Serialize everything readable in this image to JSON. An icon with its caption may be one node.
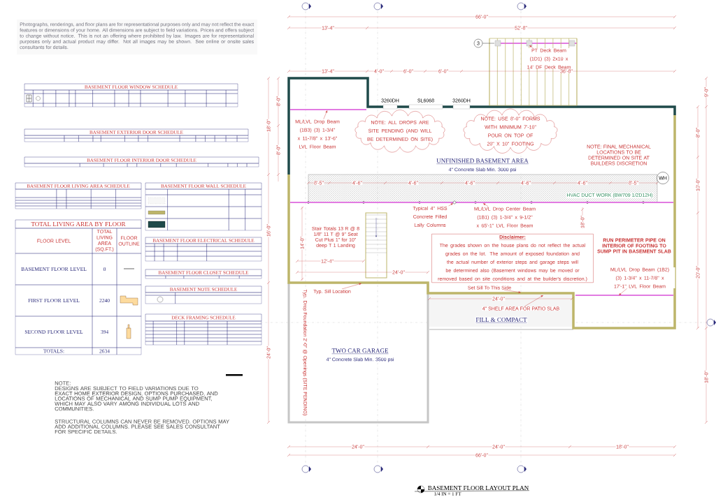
{
  "diagram": {
    "title": "BASEMENT FLOOR LAYOUT PLAN",
    "caption": "1/4 IN = 1 FT",
    "nodes": [
      {
        "text": [
          "UNFINISHED BASEMENT AREA",
          "4\" Concrete Slab Min. 3000 psi"
        ]
      },
      {
        "text": [
          "TWO CAR GARAGE",
          "4\" Concrete Slab Min. 3500 psi"
        ]
      },
      {
        "text": [
          "FILL & COMPACT"
        ]
      },
      {
        "text": [
          "NOTE: ALL DROPS ARE SITE PENDING (AND WILL BE DETERMINED ON SITE)"
        ]
      },
      {
        "text": [
          "NOTE: USE 8'-0\" FORMS WITH MINIMUM 7'-10\" POUR ON TOP OF 20\" X 10\" FOOTING"
        ]
      },
      {
        "text": [
          "Disclaimer:",
          "The grades shown on the house plans do not reflect the actual grades on the lot. The amount of exposed foundation and the actual number of exterior steps and garage steps will be determined also (Basement windows may be moved or removed based on site conditions and at the builder's discretion.)"
        ]
      },
      {
        "text": [
          "3"
        ]
      },
      {
        "text": [
          "WH"
        ]
      },
      {
        "text": [
          "ML/LVL Drop Beam (1B3) (3) 1-3/4\" x 11-7/8\" x 13'-6\" LVL Floor Beam"
        ]
      },
      {
        "text": [
          "PT Deck Beam (1D1) (3) 2x10 x 14' DF Deck Beam"
        ]
      },
      {
        "text": [
          "Typical 4\" HSS Concrete Filled Lally Columns"
        ]
      },
      {
        "text": [
          "ML/LVL Drop Center Beam (1B1) (3) 1-3/4\" x 9-1/2\" x 65'-1\" LVL Floor Beam"
        ]
      },
      {
        "text": [
          "Typ. Sill Location"
        ]
      },
      {
        "text": [
          "Set Sill To This Side"
        ]
      },
      {
        "text": [
          "ML/LVL Drop Beam (1B2) (3) 1-3/4\" x 11-7/8\" x 17'-1\" LVL Floor Beam"
        ]
      },
      {
        "text": [
          "4\" SHELF AREA FOR PATIO SLAB"
        ]
      },
      {
        "text": [],
        "shape": "bar"
      },
      {
        "text": [],
        "shape": "circle",
        "in": 16
      }
    ],
    "edges": [
      {
        "from": 6,
        "to": null,
        "arrow": "none",
        "color": "#000000"
      },
      {
        "from": 8,
        "to": null,
        "arrow": "to"
      },
      {
        "from": 9,
        "to": null,
        "arrow": "to"
      },
      {
        "from": 10,
        "to": 17,
        "arrow": "to"
      },
      {
        "from": 11,
        "to": 16,
        "arrow": "to"
      },
      {
        "from": 12,
        "to": null,
        "arrow": "to"
      },
      {
        "from": 13,
        "to": null,
        "arrow": "to"
      },
      {
        "from": 14,
        "to": null,
        "arrow": "to"
      },
      {
        "from": 15,
        "to": null,
        "arrow": "to"
      }
    ],
    "labels": [
      "Photographs, renderings, and floor plans are for representational purposes only and may not reflect the exact features or dimensions of your home. All dimensions are subject to field variations. Prices and offers subject to change without notice. This is not an offering where prohibited by law. Images are for representational purposes only and actual product may differ. Not all images may be shown. See online or onsite sales consultants for details.",
      "BASEMENT FLOOR WINDOW SCHEDULE",
      "BASEMENT EXTERIOR DOOR SCHEDULE",
      "BASEMENT FLOOR INTERIOR DOOR SCHEDULE",
      "BASEMENT FLOOR LIVING AREA SCHEDULE",
      "TOTAL LIVING AREA BY FLOOR",
      "FLOOR LEVEL",
      "TOTAL LIVING AREA (SQ.FT.)",
      "FLOOR OUTLINE",
      "BASEMENT FLOOR LEVEL",
      "0",
      "FIRST FLOOR LEVEL",
      "2240",
      "SECOND FLOOR LEVEL",
      "394",
      "TOTALS:",
      "2634",
      "BASEMENT FLOOR WALL SCHEDULE",
      "BASEMENT FLOOR ELECTRICAL SCHEDULE",
      "BASEMENT FLOOR CLOSET SCHEDULE",
      "BASEMENT NOTE SCHEDULE",
      "DECK FRAMING SCHEDULE",
      "NOTE:",
      "DESIGNS ARE SUBJECT TO FIELD VARIATIONS DUE TO EXACT HOME EXTERIOR DESIGN, OPTIONS PURCHASED, AND LOCATIONS OF MECHANICAL AND SUMP PUMP EQUIPMENT, WHICH MAY ALSO VARY AMONG INDIVIDUAL LOTS AND COMMUNITIES.",
      "STRUCTURAL COLUMNS CAN NEVER BE REMOVED. OPTIONS MAY ADD ADDITIONAL COLUMNS. PLEASE SEE SALES CONSULTANT FOR SPECIFIC DETAILS.",
      "66'-0\"",
      "13'-4\"",
      "52'-8\"",
      "13'-4\"",
      "4'-0\"",
      "6'-0\"",
      "6'-0\"",
      "36'-8\"",
      "3260DH",
      "SL6068",
      "3260DH",
      "NOTE: FINAL MECHANICAL LOCATIONS TO BE DETERMINED ON SITE AT BUILDERS DISCRETION",
      "8'-5\"",
      "4'-6\"",
      "4'-6\"",
      "4'-6\"",
      "4'-6\"",
      "4'-6\"",
      "8'-5\"",
      "HVAC DUCT WORK (BW709 1/2D12H)",
      "Stair Totals 13 R @ 8 1/8\" 11 T @ 9\" Seat Cut Plus 1\" for 10\" deep T 1 Landing",
      "12'-4\"",
      "24'-0\"",
      "RUN PERIMETER PIPE ON INTERIOR OF FOOTING TO SUMP PIT IN BASEMENT SLAB",
      "Typ. Drop Foundation 2'-0\" @ Openings (SITE PENDING)",
      "24'-0\"",
      "18'-0\"",
      "8'-0\"",
      "8'-0\"",
      "16'-0\"",
      "14'-0\"",
      "24'-0\"",
      "9'-0\"",
      "8'-0\"",
      "10'-0\"",
      "20'-0\"",
      "18'-0\"",
      "18'-0\"",
      "24'-0\"",
      "24'-0\"",
      "18'-0\"",
      "66'-0\""
    ]
  }
}
